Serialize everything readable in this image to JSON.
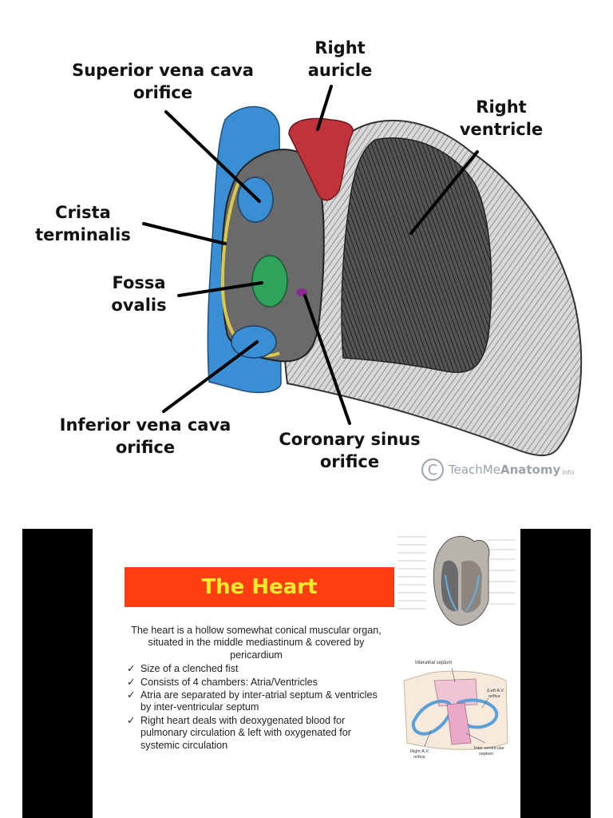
{
  "diagram": {
    "labels": {
      "superior_vena_cava_orifice": [
        "Superior vena cava",
        "orifice"
      ],
      "right_auricle": [
        "Right",
        "auricle"
      ],
      "right_ventricle": [
        "Right",
        "ventricle"
      ],
      "crista_terminalis": [
        "Crista",
        "terminalis"
      ],
      "fossa_ovalis": [
        "Fossa",
        "ovalis"
      ],
      "inferior_vena_cava_orifice": [
        "Inferior vena cava",
        "orifice"
      ],
      "coronary_sinus_orifice": [
        "Coronary sinus",
        "orifice"
      ]
    },
    "watermark": {
      "symbol": "C",
      "brand_light": "TeachMe",
      "brand_bold": "Anatomy",
      "domain": "info"
    },
    "colors": {
      "vena_cava": "#3a8fd4",
      "auricle": "#c0333a",
      "fossa": "#2fa35a",
      "crista": "#d9c84a",
      "coronary_sinus": "#8a2c8e"
    }
  },
  "slide": {
    "title": "The Heart",
    "intro": "The heart is a hollow somewhat conical muscular organ, situated in the middle mediastinum & covered by pericardium",
    "bullets": [
      "Size of a clenched fist",
      "Consists of 4 chambers: Atria/Ventricles",
      "Atria are separated by inter-atrial septum & ventricles by inter-ventricular septum",
      "Right heart deals with deoxygenated blood for pulmonary circulation & left with oxygenated for systemic circulation"
    ],
    "check_symbol": "✓",
    "thumb2_labels": {
      "top": "Interatrial septum",
      "right": [
        "(Left A.V.",
        "orifice"
      ],
      "bottom_left": [
        "Right A.V.",
        "orifice"
      ],
      "bottom_right": [
        "Inter ventricular",
        "septum"
      ]
    },
    "colors": {
      "title_bar": "#ff3d12",
      "title_text": "#ffeb2a"
    }
  }
}
